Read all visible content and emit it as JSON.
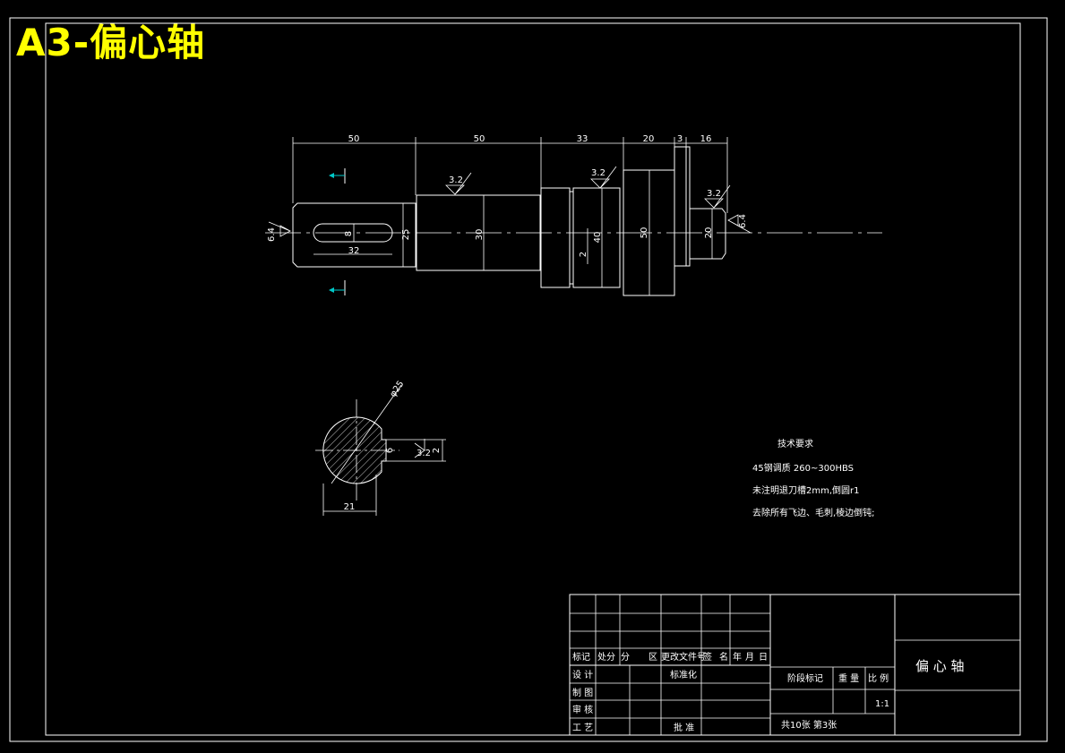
{
  "title": "A3-偏心轴",
  "colors": {
    "background": "#000000",
    "lines": "#ffffff",
    "title": "#ffff00",
    "section_arrow": "#00c8c8"
  },
  "dimensions": {
    "lengths": [
      "50",
      "50",
      "33",
      "20",
      "3",
      "16"
    ],
    "diameters": [
      "25",
      "30",
      "40",
      "50",
      "20"
    ],
    "keyway": {
      "width": "8",
      "length": "32"
    },
    "eccentric": "2",
    "roughness": [
      "6.4",
      "3.2",
      "3.2",
      "3.2",
      "6.4"
    ]
  },
  "section_view": {
    "diameter": "φ25",
    "width": "21",
    "keyway_depth": "2",
    "keyway_width": "6",
    "roughness": "3.2"
  },
  "tech_req": {
    "heading": "技术要求",
    "lines": [
      "45钢调质 260~300HBS",
      "未注明退刀槽2mm,倒圆r1",
      "去除所有飞边、毛刺,棱边倒钝;"
    ]
  },
  "title_block": {
    "part_name": "偏 心 轴",
    "header": [
      "标记",
      "处分",
      "分",
      "区",
      "更改文件号",
      "签",
      "名",
      "年",
      "月",
      "日"
    ],
    "rows": [
      "设 计",
      "制 图",
      "审 核",
      "工 艺"
    ],
    "standardization": "标准化",
    "approve": "批 准",
    "stage_mark": "阶段标记",
    "weight": "重 量",
    "scale_label": "比 例",
    "scale_value": "1:1",
    "sheets": "共10张 第3张"
  }
}
